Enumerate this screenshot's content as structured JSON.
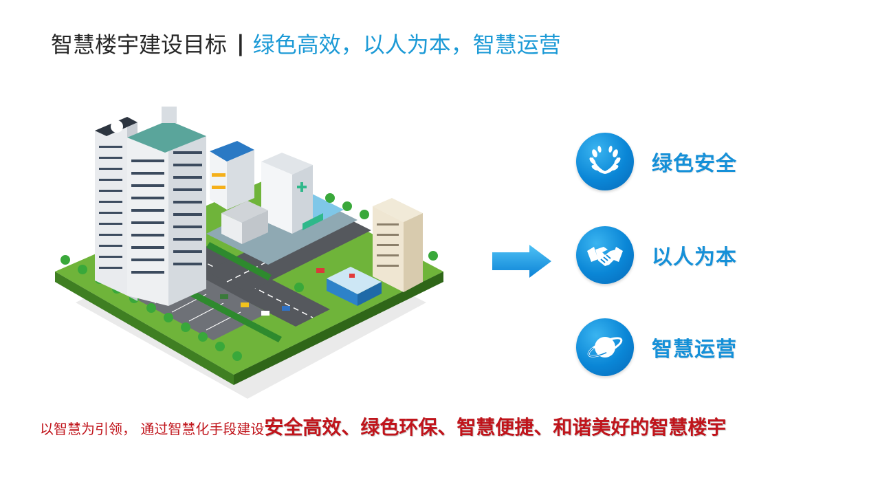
{
  "title": {
    "main": "智慧楼宇建设目标",
    "separator": "|",
    "subtitle": "绿色高效，以人为本，智慧运营"
  },
  "goals": [
    {
      "label": "绿色安全",
      "icon": "laurel-wreath-icon"
    },
    {
      "label": "以人为本",
      "icon": "handshake-icon"
    },
    {
      "label": "智慧运营",
      "icon": "planet-icon"
    }
  ],
  "slogan": {
    "prefix": "以智慧为引领， 通过智慧化手段建设",
    "emphasis": "安全高效、绿色环保、智慧便捷、和谐美好的智慧楼宇"
  },
  "colors": {
    "accent_blue": "#1c9ad6",
    "icon_blue": "#0a86d6",
    "slogan_red": "#c0141b",
    "title_dark": "#262626"
  }
}
